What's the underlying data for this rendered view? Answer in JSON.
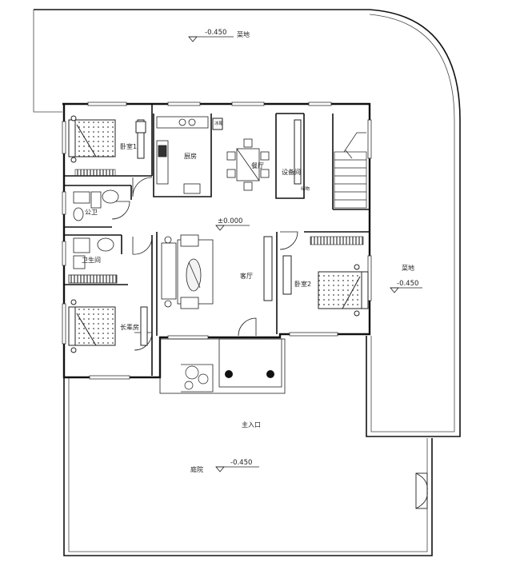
{
  "rooms": {
    "bedroom1": "卧室1",
    "kitchen": "厨房",
    "dining": "餐厅",
    "equipment": "设备间",
    "bathroom_public": "公卫",
    "bathroom": "卫生间",
    "living": "客厅",
    "bedroom2": "卧室2",
    "elder_room": "长辈房",
    "entrance": "主入口",
    "courtyard": "庭院",
    "vegetable_plot_top": "菜地",
    "vegetable_plot_right": "菜地",
    "fridge": "冰箱",
    "closet": "储物"
  },
  "levels": {
    "top": "-0.450",
    "right": "-0.450",
    "bottom": "-0.450",
    "floor": "±0.000"
  }
}
